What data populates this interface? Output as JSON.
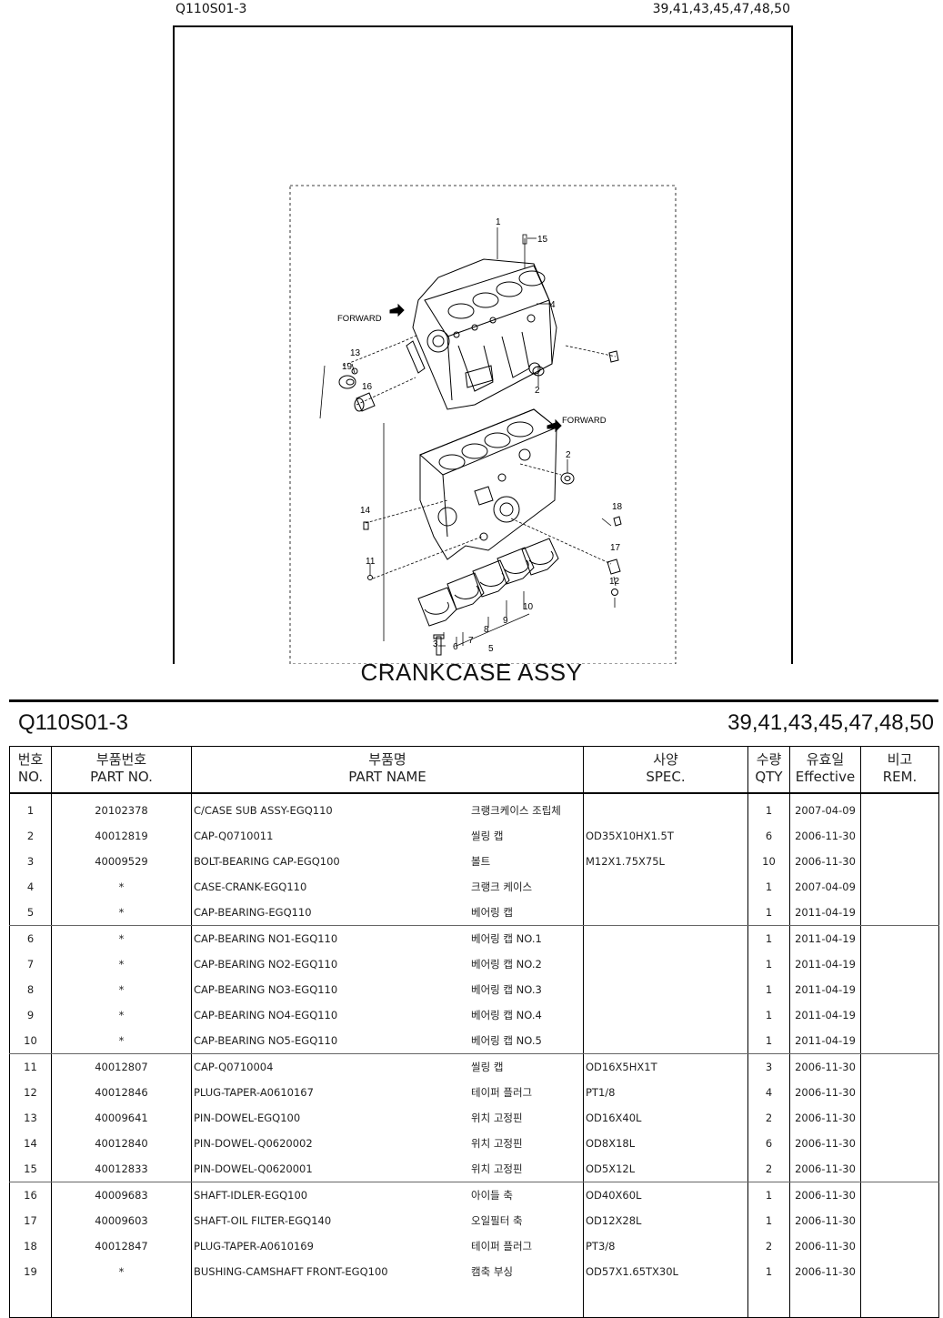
{
  "header": {
    "code": "Q110S01-3",
    "pages": "39,41,43,45,47,48,50"
  },
  "figure": {
    "caption": "CRANKCASE ASSY",
    "labels": {
      "forward_top": "FORWARD",
      "forward_bottom": "FORWARD",
      "c1": "1",
      "c15": "15",
      "c4": "4",
      "c13": "13",
      "c19": "19",
      "c16": "16",
      "c2a": "2",
      "c2b": "2",
      "c14": "14",
      "c18": "18",
      "c11": "11",
      "c17": "17",
      "c12": "12",
      "c10": "10",
      "c9": "9",
      "c8": "8",
      "c7": "7",
      "c6": "6",
      "c3": "3",
      "c5": "5"
    }
  },
  "sheet": {
    "code": "Q110S01-3",
    "pages": "39,41,43,45,47,48,50"
  },
  "columns": {
    "no_ko": "번호",
    "no_en": "NO.",
    "part_ko": "부품번호",
    "part_en": "PART NO.",
    "name_ko": "부품명",
    "name_en": "PART NAME",
    "spec_ko": "사양",
    "spec_en": "SPEC.",
    "qty_ko": "수량",
    "qty_en": "QTY",
    "eff_ko": "유효일",
    "eff_en": "Effective",
    "rem_ko": "비고",
    "rem_en": "REM."
  },
  "rows": [
    {
      "no": "1",
      "part": "20102378",
      "name_en": "C/CASE SUB ASSY-EGQ110",
      "name_ko": "크랭크케이스 조립체",
      "spec": "",
      "qty": "1",
      "eff": "2007-04-09",
      "rem": ""
    },
    {
      "no": "2",
      "part": "40012819",
      "name_en": "CAP-Q0710011",
      "name_ko": "씰링 캡",
      "spec": "OD35X10HX1.5T",
      "qty": "6",
      "eff": "2006-11-30",
      "rem": ""
    },
    {
      "no": "3",
      "part": "40009529",
      "name_en": "BOLT-BEARING CAP-EGQ100",
      "name_ko": "볼트",
      "spec": "M12X1.75X75L",
      "qty": "10",
      "eff": "2006-11-30",
      "rem": ""
    },
    {
      "no": "4",
      "part": "*",
      "name_en": "CASE-CRANK-EGQ110",
      "name_ko": "크랭크 케이스",
      "spec": "",
      "qty": "1",
      "eff": "2007-04-09",
      "rem": ""
    },
    {
      "no": "5",
      "part": "*",
      "name_en": "CAP-BEARING-EGQ110",
      "name_ko": "베어링 캡",
      "spec": "",
      "qty": "1",
      "eff": "2011-04-19",
      "rem": ""
    },
    {
      "no": "6",
      "part": "*",
      "name_en": "CAP-BEARING NO1-EGQ110",
      "name_ko": "베어링 캡 NO.1",
      "spec": "",
      "qty": "1",
      "eff": "2011-04-19",
      "rem": ""
    },
    {
      "no": "7",
      "part": "*",
      "name_en": "CAP-BEARING NO2-EGQ110",
      "name_ko": "베어링 캡 NO.2",
      "spec": "",
      "qty": "1",
      "eff": "2011-04-19",
      "rem": ""
    },
    {
      "no": "8",
      "part": "*",
      "name_en": "CAP-BEARING NO3-EGQ110",
      "name_ko": "베어링 캡 NO.3",
      "spec": "",
      "qty": "1",
      "eff": "2011-04-19",
      "rem": ""
    },
    {
      "no": "9",
      "part": "*",
      "name_en": "CAP-BEARING NO4-EGQ110",
      "name_ko": "베어링 캡 NO.4",
      "spec": "",
      "qty": "1",
      "eff": "2011-04-19",
      "rem": ""
    },
    {
      "no": "10",
      "part": "*",
      "name_en": "CAP-BEARING NO5-EGQ110",
      "name_ko": "베어링 캡 NO.5",
      "spec": "",
      "qty": "1",
      "eff": "2011-04-19",
      "rem": ""
    },
    {
      "no": "11",
      "part": "40012807",
      "name_en": "CAP-Q0710004",
      "name_ko": "씰링 캡",
      "spec": "OD16X5HX1T",
      "qty": "3",
      "eff": "2006-11-30",
      "rem": ""
    },
    {
      "no": "12",
      "part": "40012846",
      "name_en": "PLUG-TAPER-A0610167",
      "name_ko": "테이퍼 플러그",
      "spec": "PT1/8",
      "qty": "4",
      "eff": "2006-11-30",
      "rem": ""
    },
    {
      "no": "13",
      "part": "40009641",
      "name_en": "PIN-DOWEL-EGQ100",
      "name_ko": "위치 고정핀",
      "spec": "OD16X40L",
      "qty": "2",
      "eff": "2006-11-30",
      "rem": ""
    },
    {
      "no": "14",
      "part": "40012840",
      "name_en": "PIN-DOWEL-Q0620002",
      "name_ko": "위치 고정핀",
      "spec": "OD8X18L",
      "qty": "6",
      "eff": "2006-11-30",
      "rem": ""
    },
    {
      "no": "15",
      "part": "40012833",
      "name_en": "PIN-DOWEL-Q0620001",
      "name_ko": "위치 고정핀",
      "spec": "OD5X12L",
      "qty": "2",
      "eff": "2006-11-30",
      "rem": ""
    },
    {
      "no": "16",
      "part": "40009683",
      "name_en": "SHAFT-IDLER-EGQ100",
      "name_ko": "아이들 축",
      "spec": "OD40X60L",
      "qty": "1",
      "eff": "2006-11-30",
      "rem": ""
    },
    {
      "no": "17",
      "part": "40009603",
      "name_en": "SHAFT-OIL FILTER-EGQ140",
      "name_ko": "오일필터 축",
      "spec": "OD12X28L",
      "qty": "1",
      "eff": "2006-11-30",
      "rem": ""
    },
    {
      "no": "18",
      "part": "40012847",
      "name_en": "PLUG-TAPER-A0610169",
      "name_ko": "테이퍼 플러그",
      "spec": "PT3/8",
      "qty": "2",
      "eff": "2006-11-30",
      "rem": ""
    },
    {
      "no": "19",
      "part": "*",
      "name_en": "BUSHING-CAMSHAFT FRONT-EGQ100",
      "name_ko": "캠축 부싱",
      "spec": "OD57X1.65TX30L",
      "qty": "1",
      "eff": "2006-11-30",
      "rem": ""
    }
  ]
}
